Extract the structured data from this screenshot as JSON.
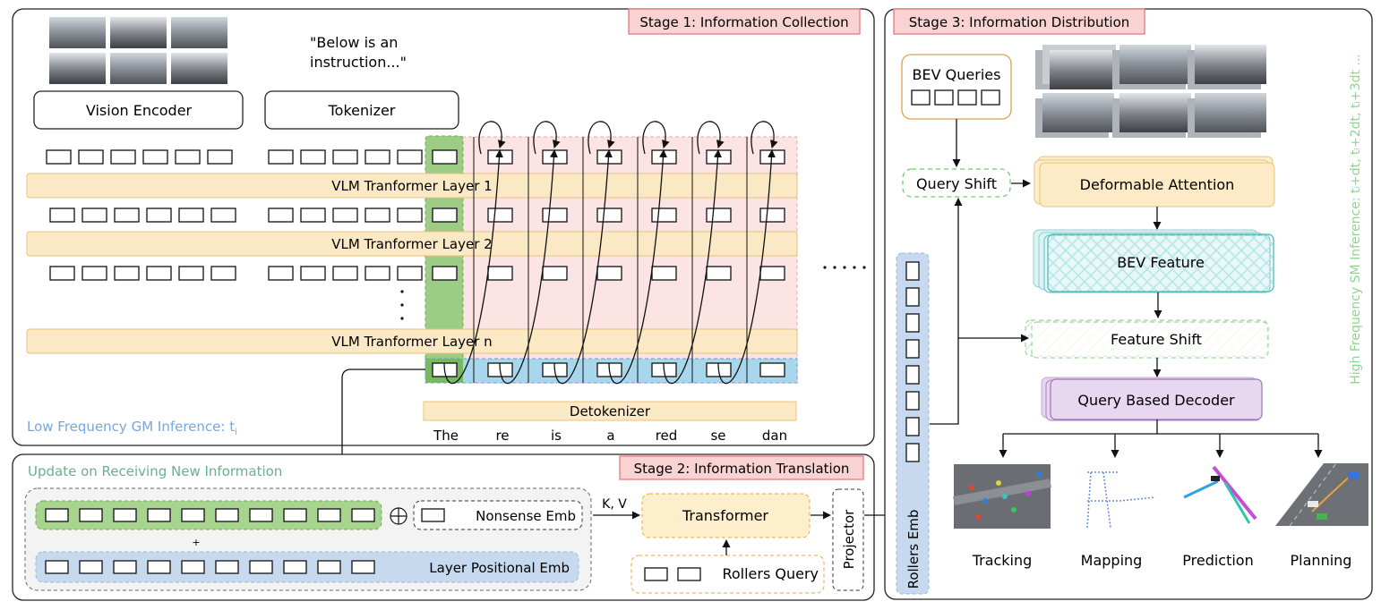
{
  "stage1": {
    "title": "Stage 1: Information Collection",
    "instruction_line1": "\"Below is an",
    "instruction_line2": "instruction...\"",
    "vision_encoder": "Vision Encoder",
    "tokenizer": "Tokenizer",
    "layer1": "VLM Tranformer Layer 1",
    "layer2": "VLM Tranformer Layer 2",
    "layern": "VLM Tranformer Layer n",
    "detokenizer": "Detokenizer",
    "output_tokens": [
      "The",
      "re",
      "is",
      "a",
      "red",
      "se",
      "dan"
    ],
    "footer_prefix": "Low Frequency GM Inference: t",
    "footer_subscript": "i"
  },
  "stage2": {
    "title": "Stage 2: Information Translation",
    "update_label": "Update on Receiving New Information",
    "nonsense_emb": "Nonsense Emb",
    "layer_pos_emb": "Layer Positional Emb",
    "plus": "+",
    "kv": "K, V",
    "transformer": "Transformer",
    "rollers_query": "Rollers Query",
    "projector": "Projector"
  },
  "stage3": {
    "title": "Stage 3: Information Distribution",
    "bev_queries": "BEV Queries",
    "query_shift": "Query Shift",
    "deformable_attention": "Deformable Attention",
    "bev_feature": "BEV Feature",
    "feature_shift": "Feature Shift",
    "query_decoder": "Query Based Decoder",
    "rollers_emb": "Rollers Emb",
    "tasks": [
      "Tracking",
      "Mapping",
      "Prediction",
      "Planning"
    ],
    "vertical_label": "High Frequency SM Inference: tᵢ+dt, tᵢ+2dt, tᵢ+3dt ..."
  },
  "colors": {
    "stage_title_bg": "#f9d3d3",
    "stage_title_border": "#e07b7b",
    "layer_bar": "#fbe8c4",
    "green_column": "#9dcc84",
    "pink_region": "#fce4e4",
    "blue_region": "#a8d6ec",
    "blue_footer_text": "#7aa5d8",
    "green_text": "#6cc56c",
    "teal": "#5cbfc0",
    "purple": "#e6d5ee",
    "orange_border": "#f0a63c"
  }
}
